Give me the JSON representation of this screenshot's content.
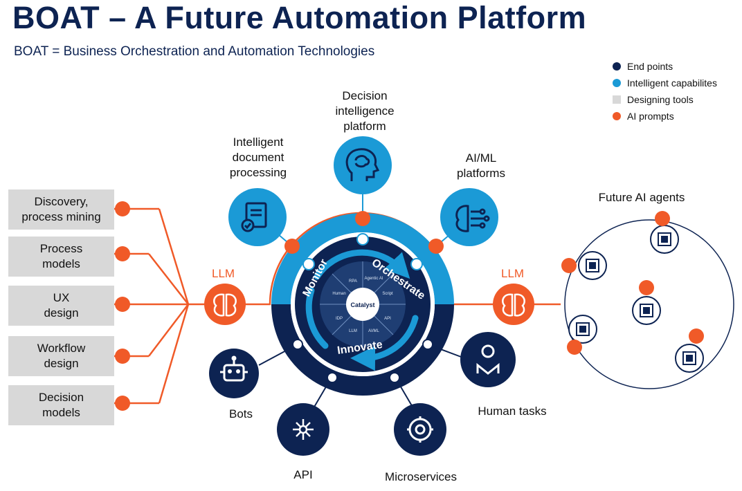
{
  "header": {
    "title": "BOAT – A Future Automation Platform",
    "subtitle": "BOAT = Business Orchestration and Automation Technologies"
  },
  "colors": {
    "navy": "#0d2352",
    "blue": "#1b9ad6",
    "orange": "#f05a28",
    "gray": "#d8d8d8"
  },
  "legend": [
    {
      "label": "End points",
      "color": "#0d2352",
      "shape": "dot"
    },
    {
      "label": "Intelligent capabilites",
      "color": "#1b9ad6",
      "shape": "dot"
    },
    {
      "label": "Designing tools",
      "color": "#d8d8d8",
      "shape": "square"
    },
    {
      "label": "AI prompts",
      "color": "#f05a28",
      "shape": "dot"
    }
  ],
  "designing_tools": [
    {
      "line1": "Discovery,",
      "line2": "process mining"
    },
    {
      "line1": "Process",
      "line2": "models"
    },
    {
      "line1": "UX",
      "line2": "design"
    },
    {
      "line1": "Workflow",
      "line2": "design"
    },
    {
      "line1": "Decision",
      "line2": "models"
    }
  ],
  "llm_label": "LLM",
  "intelligent_capabilities": [
    {
      "line1": "Intelligent",
      "line2": "document",
      "line3": "processing",
      "icon": "document-check-icon"
    },
    {
      "line1": "Decision",
      "line2": "intelligence",
      "line3": "platform",
      "icon": "brain-head-icon"
    },
    {
      "line1": "AI/ML",
      "line2": "platforms",
      "icon": "circuit-brain-icon"
    }
  ],
  "end_points": [
    {
      "label": "Bots",
      "icon": "robot-icon"
    },
    {
      "label": "API",
      "icon": "api-network-icon"
    },
    {
      "label": "Microservices",
      "icon": "gear-icon"
    },
    {
      "label": "Human tasks",
      "icon": "person-icon"
    }
  ],
  "hub": {
    "monitor": "Monitor",
    "orchestrate": "Orchestrate",
    "innovate": "Innovate",
    "logo": "Catalyst",
    "segments": [
      "RPA",
      "Agentic AI",
      "Script",
      "API",
      "AI/ML",
      "LLM",
      "IDP",
      "Human"
    ]
  },
  "future_agents": {
    "label": "Future AI agents",
    "icon": "chip-icon"
  }
}
